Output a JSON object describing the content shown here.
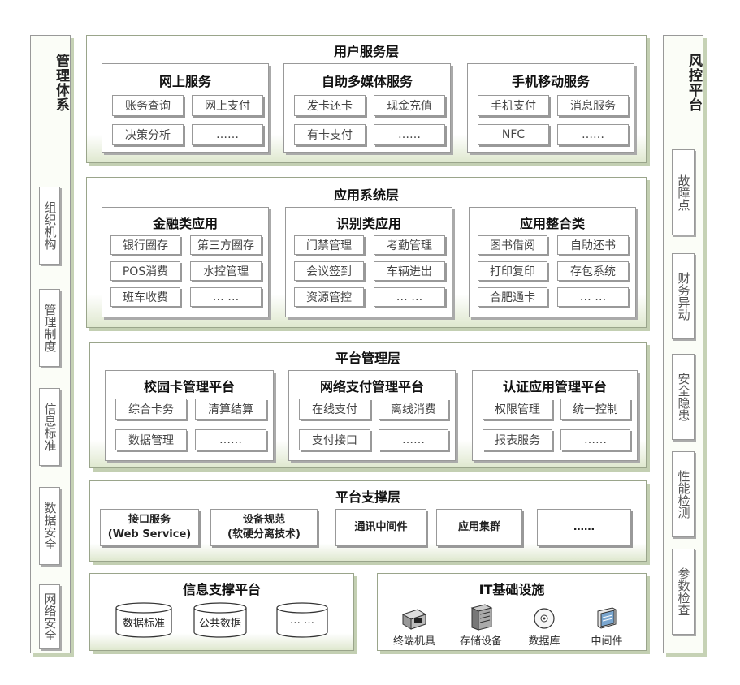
{
  "left_panel": {
    "title": "管理体系",
    "items": [
      "组织机构",
      "管理制度",
      "信息标准",
      "数据安全",
      "网络安全"
    ]
  },
  "right_panel": {
    "title": "风控平台",
    "items": [
      "故障点",
      "财务异动",
      "安全隐患",
      "性能检测",
      "参数检查"
    ]
  },
  "user_layer": {
    "title": "用户服务层",
    "groups": [
      {
        "title": "网上服务",
        "items": [
          "账务查询",
          "网上支付",
          "决策分析",
          "……"
        ]
      },
      {
        "title": "自助多媒体服务",
        "items": [
          "发卡还卡",
          "现金充值",
          "有卡支付",
          "……"
        ]
      },
      {
        "title": "手机移动服务",
        "items": [
          "手机支付",
          "消息服务",
          "NFC",
          "……"
        ]
      }
    ]
  },
  "app_layer": {
    "title": "应用系统层",
    "groups": [
      {
        "title": "金融类应用",
        "items": [
          "银行圈存",
          "第三方圈存",
          "POS消费",
          "水控管理",
          "班车收费",
          "… …"
        ]
      },
      {
        "title": "识别类应用",
        "items": [
          "门禁管理",
          "考勤管理",
          "会议签到",
          "车辆进出",
          "资源管控",
          "… …"
        ]
      },
      {
        "title": "应用整合类",
        "items": [
          "图书借阅",
          "自助还书",
          "打印复印",
          "存包系统",
          "合肥通卡",
          "… …"
        ]
      }
    ]
  },
  "platform_layer": {
    "title": "平台管理层",
    "groups": [
      {
        "title": "校园卡管理平台",
        "items": [
          "综合卡务",
          "清算结算",
          "数据管理",
          "……"
        ]
      },
      {
        "title": "网络支付管理平台",
        "items": [
          "在线支付",
          "离线消费",
          "支付接口",
          "……"
        ]
      },
      {
        "title": "认证应用管理平台",
        "items": [
          "权限管理",
          "统一控制",
          "报表服务",
          "……"
        ]
      }
    ]
  },
  "support_layer": {
    "title": "平台支撑层",
    "items": [
      {
        "line1": "接口服务",
        "line2": "(Web Service)"
      },
      {
        "line1": "设备规范",
        "line2": "(软硬分离技术)"
      },
      {
        "line1": "通讯中间件",
        "line2": ""
      },
      {
        "line1": "应用集群",
        "line2": ""
      },
      {
        "line1": "……",
        "line2": ""
      }
    ]
  },
  "info_platform": {
    "title": "信息支撑平台",
    "items": [
      "数据标准",
      "公共数据",
      "… …"
    ]
  },
  "it_infra": {
    "title": "IT基础设施",
    "items": [
      {
        "label": "终端机具",
        "icon": "terminal-device-icon"
      },
      {
        "label": "存储设备",
        "icon": "storage-device-icon"
      },
      {
        "label": "数据库",
        "icon": "database-disc-icon"
      },
      {
        "label": "中间件",
        "icon": "middleware-icon"
      }
    ]
  }
}
